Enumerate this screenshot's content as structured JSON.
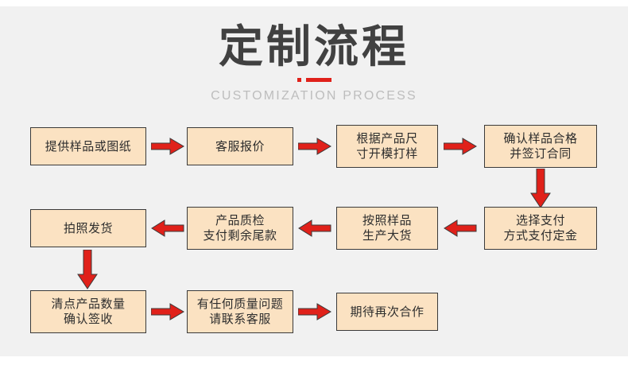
{
  "page": {
    "background": "#f1f1f1",
    "node_fill": "#fbe2c2",
    "node_border": "#3a3a3a",
    "arrow_color": "#e0211a",
    "title_color": "#414141",
    "subtitle_color": "#bdbdbd"
  },
  "header": {
    "title": "定制流程",
    "subtitle": "CUSTOMIZATION PROCESS"
  },
  "flow": {
    "rows": [
      {
        "direction": "left-to-right",
        "nodes": [
          {
            "line1": "提供样品或图纸",
            "line2": ""
          },
          {
            "line1": "客服报价",
            "line2": ""
          },
          {
            "line1": "根据产品尺",
            "line2": "寸开模打样"
          },
          {
            "line1": "确认样品合格",
            "line2": "并签订合同"
          }
        ]
      },
      {
        "direction": "right-to-left",
        "nodes": [
          {
            "line1": "拍照发货",
            "line2": ""
          },
          {
            "line1": "产品质检",
            "line2": "支付剩余尾款"
          },
          {
            "line1": "按照样品",
            "line2": "生产大货"
          },
          {
            "line1": "选择支付",
            "line2": "方式支付定金"
          }
        ]
      },
      {
        "direction": "left-to-right",
        "nodes": [
          {
            "line1": "清点产品数量",
            "line2": "确认签收"
          },
          {
            "line1": "有任何质量问题",
            "line2": "请联系客服"
          },
          {
            "line1": "期待再次合作",
            "line2": ""
          }
        ]
      }
    ],
    "connectors": {
      "row1_arrows": [
        "arrow-right-icon",
        "arrow-right-icon",
        "arrow-right-icon"
      ],
      "row1_to_row2": "arrow-down-icon",
      "row2_arrows": [
        "arrow-left-icon",
        "arrow-left-icon",
        "arrow-left-icon"
      ],
      "row2_to_row3": "arrow-down-icon",
      "row3_arrows": [
        "arrow-right-icon",
        "arrow-right-icon"
      ]
    }
  }
}
